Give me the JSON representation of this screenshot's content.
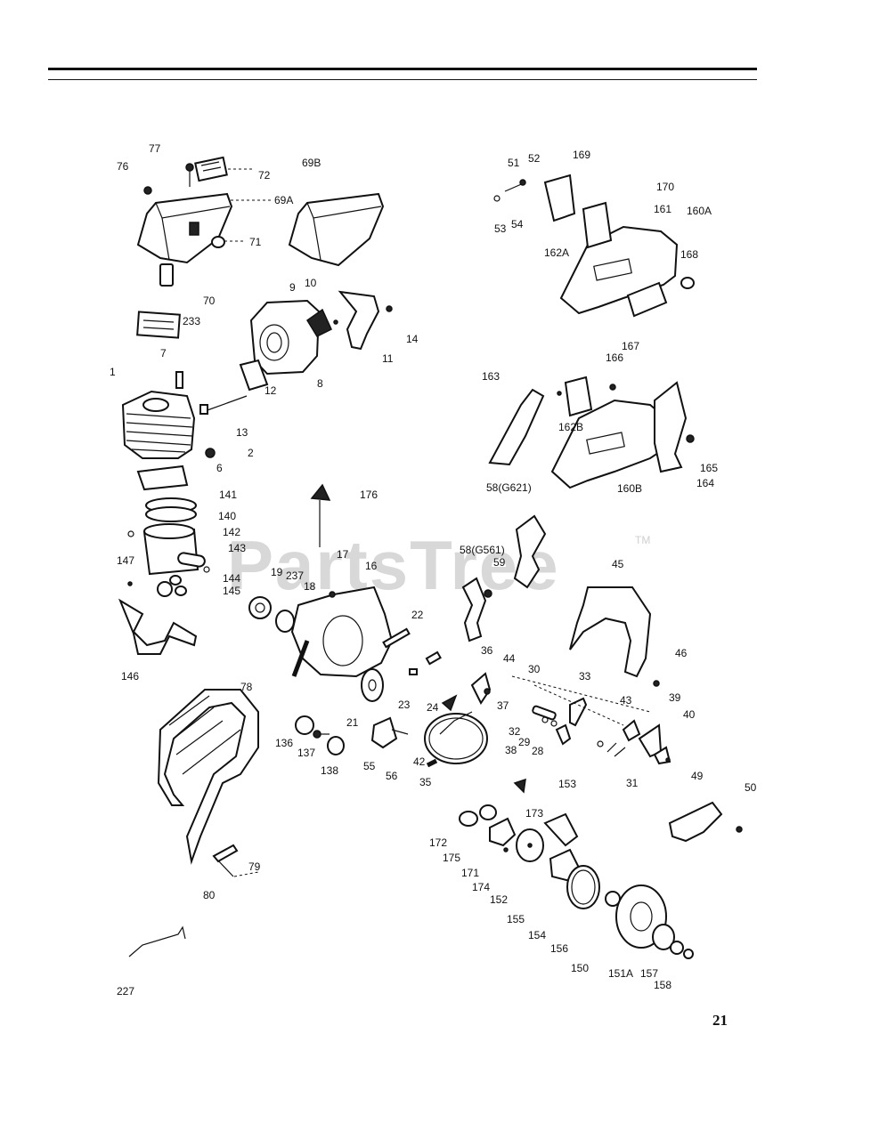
{
  "page": {
    "number": "21"
  },
  "watermark": {
    "text": "PartsTree",
    "tm": "TM"
  },
  "callouts": [
    "77",
    "72",
    "76",
    "69A",
    "69B",
    "71",
    "70",
    "233",
    "9",
    "10",
    "14",
    "11",
    "7",
    "1",
    "13",
    "12",
    "8",
    "2",
    "6",
    "141",
    "140",
    "142",
    "143",
    "147",
    "144",
    "145",
    "146",
    "176",
    "19",
    "237",
    "18",
    "17",
    "16",
    "22",
    "21",
    "23",
    "24",
    "136",
    "137",
    "138",
    "55",
    "56",
    "78",
    "79",
    "80",
    "227",
    "51",
    "52",
    "169",
    "170",
    "53",
    "54",
    "161",
    "160A",
    "162A",
    "168",
    "167",
    "163",
    "166",
    "162B",
    "165",
    "164",
    "160B",
    "58(G621)",
    "58(G561)",
    "59",
    "45",
    "36",
    "44",
    "30",
    "33",
    "46",
    "43",
    "37",
    "32",
    "29",
    "28",
    "42",
    "38",
    "35",
    "39",
    "40",
    "31",
    "173",
    "153",
    "49",
    "50",
    "172",
    "175",
    "171",
    "174",
    "152",
    "155",
    "154",
    "156",
    "150",
    "151A",
    "157",
    "158"
  ]
}
